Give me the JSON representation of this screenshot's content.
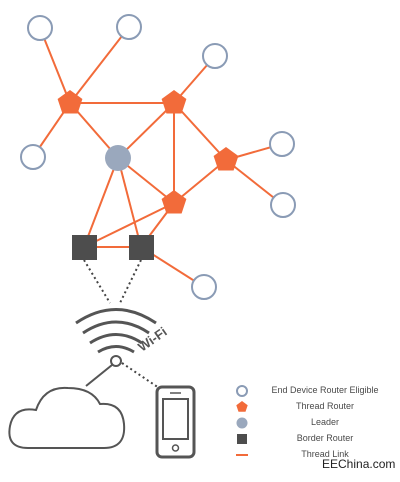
{
  "diagram": {
    "wifi_label": "Wi-Fi",
    "legend": [
      {
        "icon": "end-device-icon",
        "label": "End Device Router Eligible"
      },
      {
        "icon": "thread-router-icon",
        "label": "Thread Router"
      },
      {
        "icon": "leader-icon",
        "label": "Leader"
      },
      {
        "icon": "border-router-icon",
        "label": "Border Router"
      },
      {
        "icon": "thread-link-icon",
        "label": "Thread Link"
      }
    ],
    "credit": "EEChina.com"
  },
  "colors": {
    "thread_link": "#f26b3a",
    "thread_router": "#f26b3a",
    "end_device_stroke": "#8a9bb5",
    "leader": "#9aa8bd",
    "border_router": "#4d4d4d",
    "outline": "#555555"
  }
}
